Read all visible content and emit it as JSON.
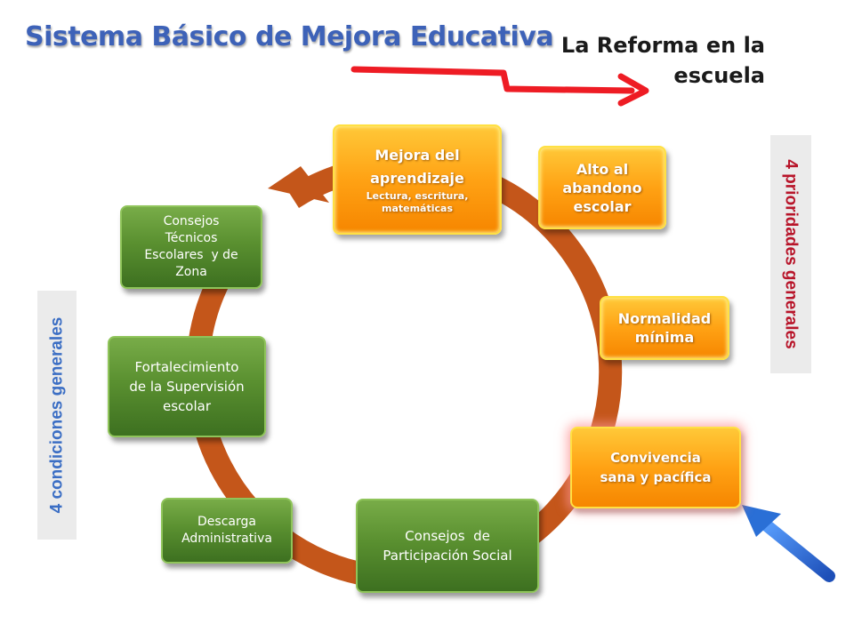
{
  "header": {
    "title": "Sistema Básico de Mejora Educativa",
    "subtitle_lines": [
      "La Reforma en la",
      "escuela"
    ]
  },
  "side_labels": {
    "conditions": "4 condiciones generales",
    "priorities": "4 prioridades generales"
  },
  "priorities": [
    {
      "lines": [
        "Mejora del",
        "aprendizaje"
      ],
      "sub_lines": [
        "Lectura, escritura,",
        "matemáticas"
      ]
    },
    {
      "lines": [
        "Alto al",
        "abandono",
        "escolar"
      ]
    },
    {
      "lines": [
        "Normalidad",
        "mínima"
      ]
    },
    {
      "lines": [
        "Convivencia",
        "sana y pacífica"
      ]
    }
  ],
  "conditions": [
    {
      "lines": [
        "Consejos  de",
        "Participación Social"
      ]
    },
    {
      "lines": [
        "Descarga",
        "Administrativa"
      ]
    },
    {
      "lines": [
        "Fortalecimiento",
        "de la Supervisión",
        "escolar"
      ]
    },
    {
      "lines": [
        "Consejos",
        "Técnicos",
        "Escolares  y de",
        "Zona"
      ]
    }
  ],
  "colors": {
    "cycle_arrow": "#c4561a",
    "priority_box": "#ffa214",
    "condition_box": "#5a9030",
    "title_blue": "#3d62b8",
    "red_arrow": "#ee1c24",
    "blue_arrow": "#2a6fd6",
    "priorities_label": "#b8152a",
    "conditions_label": "#3b6ec4"
  },
  "icons": [
    "red-right-arrow-icon",
    "blue-diagonal-arrow-icon",
    "cycle-arrow-icon"
  ]
}
